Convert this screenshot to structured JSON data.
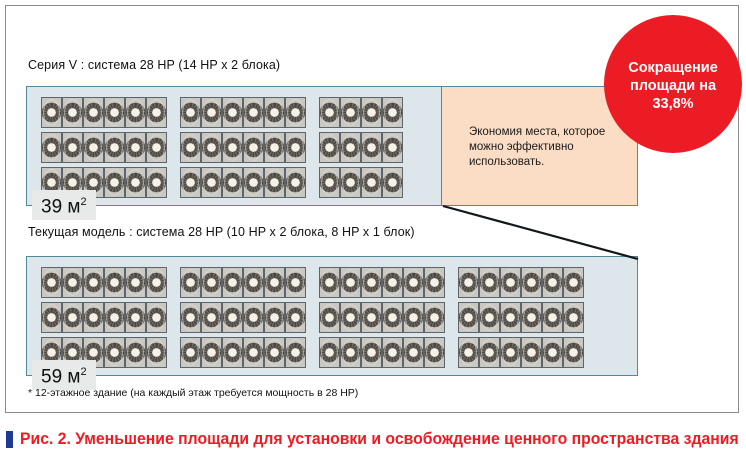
{
  "figure": {
    "panels": [
      {
        "id": "v-series",
        "title": "Серия V : система 28 HP (14 HP x 2 блока)",
        "area_label": "39 м",
        "area_exponent": "2",
        "row_groups": [
          6,
          6,
          4
        ],
        "rows": 3,
        "units_per_row": 16,
        "free_space_text": "Экономия места, которое можно эффективно использовать."
      },
      {
        "id": "current-model",
        "title": "Текущая модель : система 28 HP (10 HP x 2 блока, 8 HP x 1 блок)",
        "area_label": "59 м",
        "area_exponent": "2",
        "row_groups": [
          6,
          6,
          6,
          6
        ],
        "rows": 3,
        "units_per_row": 24
      }
    ],
    "reduction_badge": {
      "line1": "Сокращение",
      "line2": "площади на",
      "line3": "33,8%"
    },
    "footnote": "* 12-этажное здание (на каждый этаж требуется мощность в 28 HP)",
    "caption": "Рис. 2. Уменьшение площади для установки и освобождение ценного пространства здания"
  },
  "colors": {
    "panel_fill": "#dde6eb",
    "panel_border": "#4e8a99",
    "free_space_fill": "#fbdcc4",
    "badge_red": "#ec1c24",
    "caption_red": "#ee1b22",
    "caption_bullet_blue": "#1f3a93",
    "area_badge_bg": "#e8eaea"
  }
}
